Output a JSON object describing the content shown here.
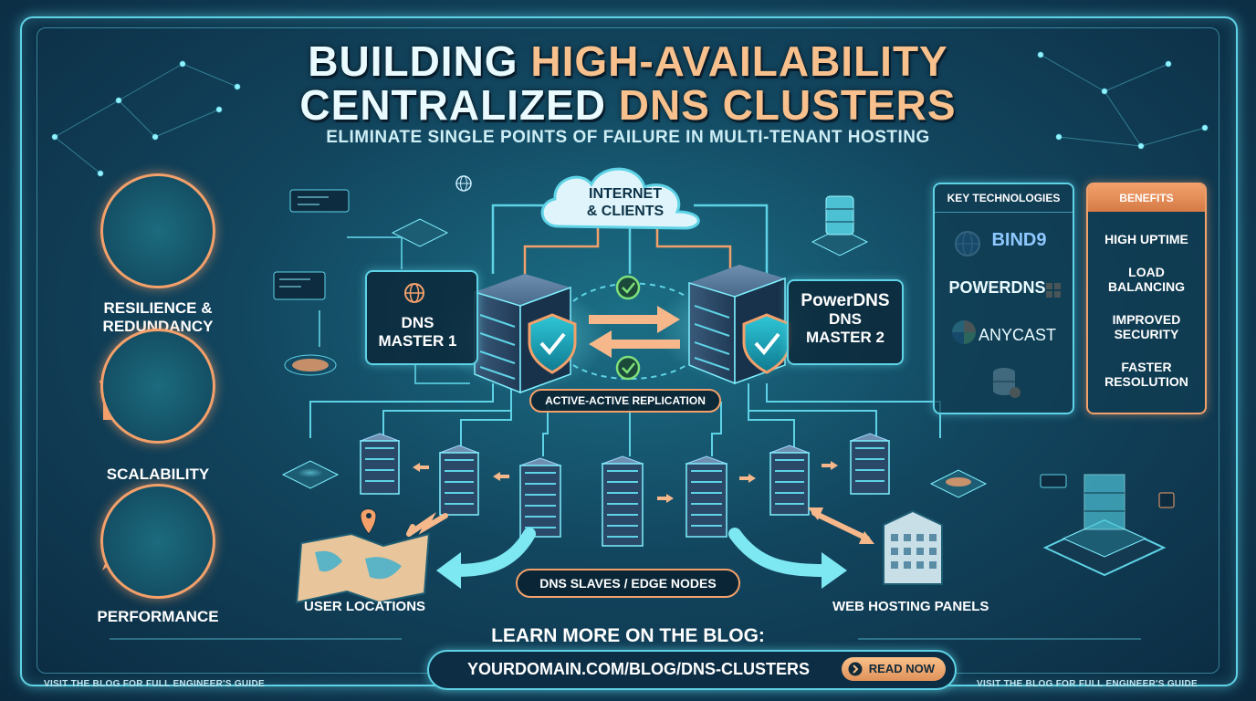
{
  "header": {
    "title_line1_part1": "BUILDING",
    "title_line1_part2": "HIGH-AVAILABILITY",
    "title_line2_part1": "CENTRALIZED",
    "title_line2_part2": "DNS CLUSTERS",
    "subtitle": "ELIMINATE SINGLE POINTS OF FAILURE IN MULTI-TENANT HOSTING"
  },
  "features": [
    {
      "label_line1": "RESILIENCE &",
      "label_line2": "REDUNDANCY",
      "icon": "gears-clock-icon"
    },
    {
      "label_line1": "SCALABILITY",
      "label_line2": "",
      "icon": "growth-chart-icon"
    },
    {
      "label_line1": "PERFORMANCE",
      "label_line2": "",
      "icon": "rocket-stopwatch-icon"
    }
  ],
  "diagram": {
    "cloud_line1": "INTERNET",
    "cloud_line2": "& CLIENTS",
    "master1_line1": "DNS",
    "master1_line2": "MASTER 1",
    "master2_brand": "PowerDNS",
    "master2_line1": "DNS",
    "master2_line2": "MASTER 2",
    "replication": "ACTIVE-ACTIVE REPLICATION",
    "slaves": "DNS SLAVES / EDGE NODES",
    "user_locations": "USER LOCATIONS",
    "web_panels": "WEB HOSTING PANELS"
  },
  "tech_panel": {
    "heading": "KEY TECHNOLOGIES",
    "items": [
      "BIND9",
      "POWERDNS",
      "ANYCAST"
    ]
  },
  "benefits_panel": {
    "heading": "BENEFITS",
    "items": [
      {
        "line1": "HIGH UPTIME",
        "line2": ""
      },
      {
        "line1": "LOAD",
        "line2": "BALANCING"
      },
      {
        "line1": "IMPROVED",
        "line2": "SECURITY"
      },
      {
        "line1": "FASTER",
        "line2": "RESOLUTION"
      }
    ]
  },
  "cta": {
    "title": "LEARN MORE ON THE BLOG:",
    "url": "YOURDOMAIN.COM/BLOG/DNS-CLUSTERS",
    "button": "READ NOW"
  },
  "footer": {
    "left": "VISIT THE BLOG FOR FULL ENGINEER'S GUIDE",
    "right": "VISIT THE BLOG FOR FULL ENGINEER'S GUIDE"
  },
  "colors": {
    "accent_cyan": "#5fd3e6",
    "accent_orange": "#f3a06a",
    "check_green": "#7ee07a"
  }
}
